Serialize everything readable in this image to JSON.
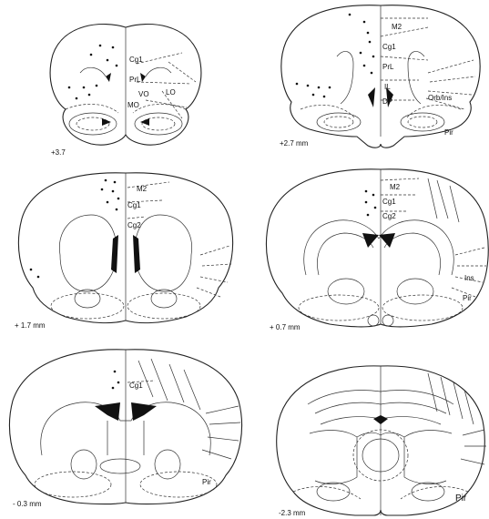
{
  "sections": [
    {
      "id": "s1",
      "coordinate": "+3.7",
      "labels": [
        "Cg1",
        "PrL",
        "VO",
        "MO",
        "LO"
      ]
    },
    {
      "id": "s2",
      "coordinate": "+2.7 mm",
      "labels": [
        "M2",
        "Cg1",
        "PrL",
        "IL",
        "DP",
        "Orb/Ins",
        "Pir"
      ]
    },
    {
      "id": "s3",
      "coordinate": "+ 1.7 mm",
      "labels": [
        "M2",
        "Cg1",
        "Cg2"
      ]
    },
    {
      "id": "s4",
      "coordinate": "+ 0.7 mm",
      "labels": [
        "M2",
        "Cg1",
        "Cg2",
        "Ins",
        "Pir"
      ]
    },
    {
      "id": "s5",
      "coordinate": "- 0.3 mm",
      "labels": [
        "Cg1",
        "Pir"
      ]
    },
    {
      "id": "s6",
      "coordinate": "-2.3 mm",
      "labels": [
        "Pir"
      ]
    }
  ]
}
